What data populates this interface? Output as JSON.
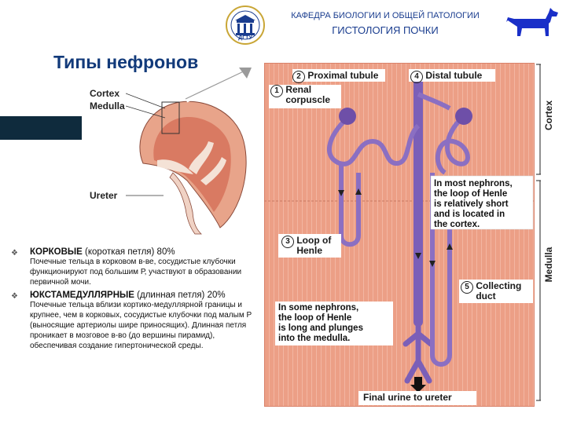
{
  "header": {
    "department": "КАФЕДРА БИОЛОГИИ И ОБЩЕЙ ПАТОЛОГИИ",
    "subject": "ГИСТОЛОГИЯ ПОЧКИ",
    "logo_text": "ДГТУ"
  },
  "slide": {
    "title": "Типы нефронов"
  },
  "kidney": {
    "cortex": "Cortex",
    "medulla": "Medulla",
    "ureter": "Ureter"
  },
  "diagram": {
    "proximal": "Proximal tubule",
    "proximal_num": "2",
    "distal": "Distal tubule",
    "distal_num": "4",
    "renal_num": "1",
    "renal_1": "Renal",
    "renal_2": "corpuscle",
    "loop_num": "3",
    "loop_1": "Loop of",
    "loop_2": "Henle",
    "collect_num": "5",
    "collect_1": "Collecting",
    "collect_2": "duct",
    "note_short": [
      "In most nephrons,",
      "the loop of Henle",
      "is relatively short",
      "and is located in",
      "the cortex."
    ],
    "note_long": [
      "In some nephrons,",
      "the loop of Henle",
      "is long and plunges",
      "into the medulla."
    ],
    "final": "Final urine to ureter",
    "side_cortex": "Cortex",
    "side_medulla": "Medulla"
  },
  "bullets": [
    {
      "head_bold": "КОРКОВЫЕ",
      "head_rest": " (короткая петля) 80%",
      "body": "Почечные тельца в корковом в-ве, сосудистые клубочки функционируют под большим Р, участвуют в образовании первичной мочи."
    },
    {
      "head_bold": "ЮКСТАМЕДУЛЛЯРНЫЕ",
      "head_rest": " (длинная петля) 20%",
      "body": "Почечные тельца вблизи кортико-медуллярной границы и крупнее, чем в корковых, сосудистые клубочки под малым Р (выносящие артериолы шире приносящих). Длинная петля проникает в мозговое в-во (до вершины пирамид), обеспечивая создание гипертонической среды."
    }
  ],
  "colors": {
    "header_blue": "#1a3d8f",
    "dog_blue": "#1a2fc8",
    "tissue": "#e89a82",
    "tubule": "#8b6fc2"
  }
}
